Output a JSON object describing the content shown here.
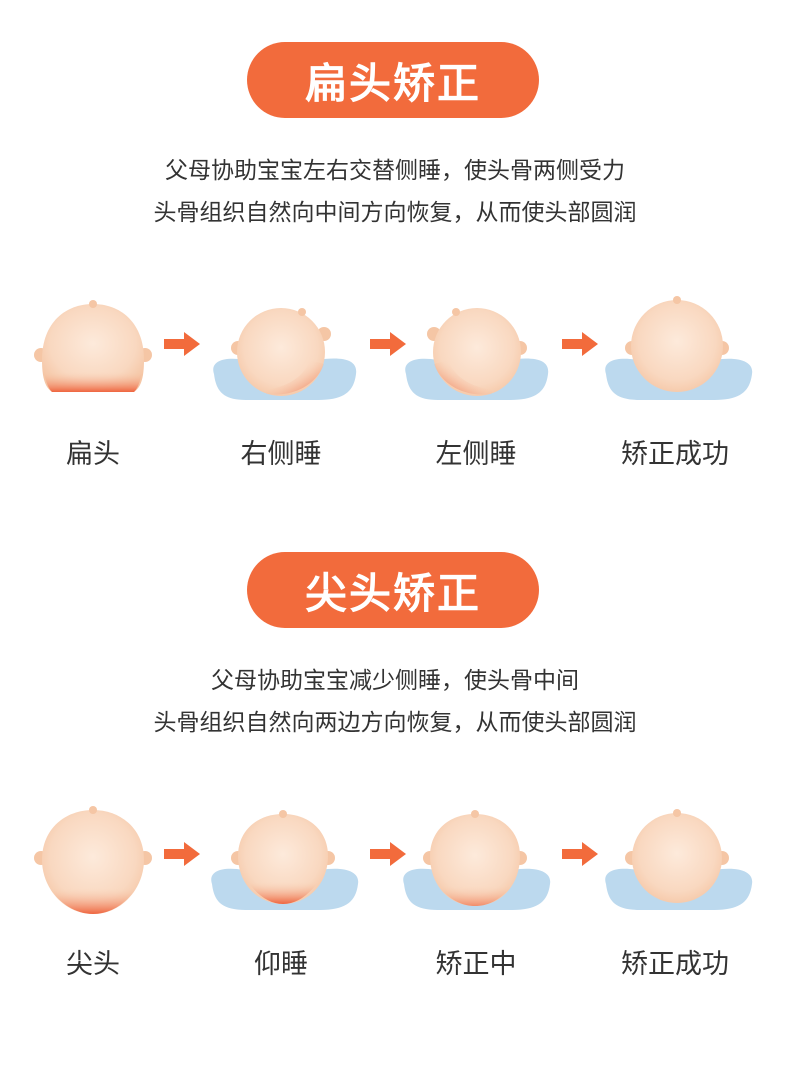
{
  "sections": [
    {
      "title": "扁头矫正",
      "description": [
        "父母协助宝宝左右交替侧睡，使头骨两侧受力",
        "头骨组织自然向中间方向恢复，从而使头部圆润"
      ],
      "stages": [
        {
          "label": "扁头"
        },
        {
          "label": "右侧睡"
        },
        {
          "label": "左侧睡"
        },
        {
          "label": "矫正成功"
        }
      ]
    },
    {
      "title": "尖头矫正",
      "description": [
        "父母协助宝宝减少侧睡，使头骨中间",
        "头骨组织自然向两边方向恢复，从而使头部圆润"
      ],
      "stages": [
        {
          "label": "尖头"
        },
        {
          "label": "仰睡"
        },
        {
          "label": "矫正中"
        },
        {
          "label": "矫正成功"
        }
      ]
    }
  ],
  "colors": {
    "accent": "#f26b3c",
    "skin_light": "#fde9da",
    "skin": "#f8cfb2",
    "pillow": "#bcd9ee",
    "pressure": "#f0623a",
    "text": "#333333"
  }
}
